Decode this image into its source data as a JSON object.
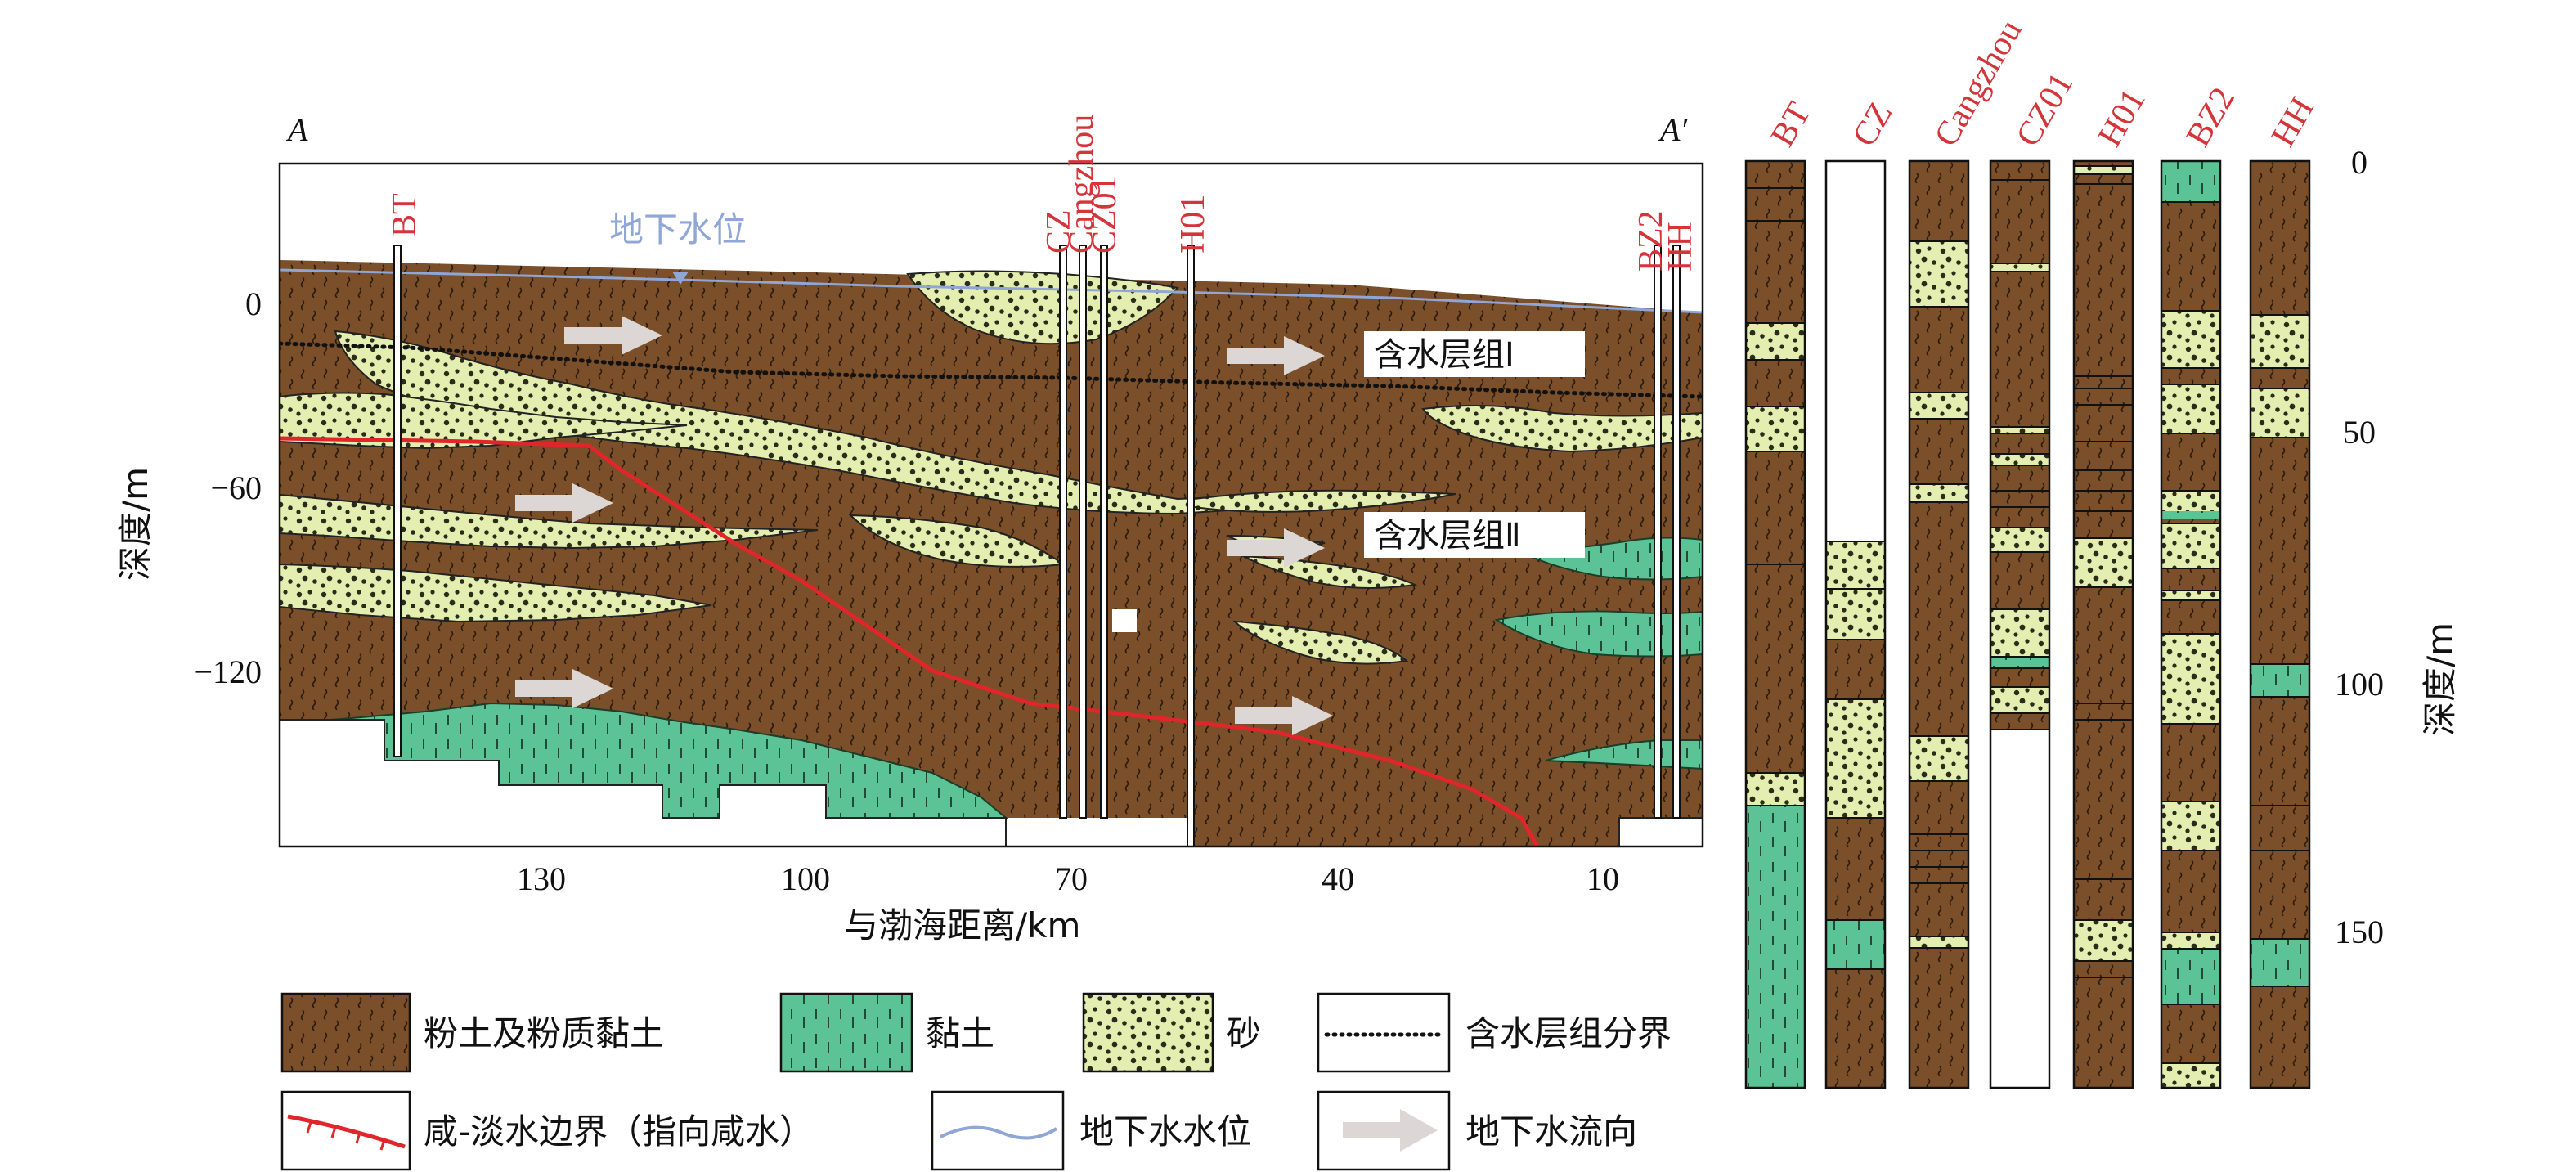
{
  "section": {
    "left_label": "A",
    "right_label": "A′",
    "water_table_label": "地下水位",
    "aquifer_group_1": "含水层组Ⅰ",
    "aquifer_group_2": "含水层组Ⅱ",
    "y_axis_label": "深度/m",
    "y_ticks": [
      "0",
      "−60",
      "−120"
    ],
    "x_axis_label": "与渤海距离/km",
    "x_ticks": [
      "130",
      "100",
      "70",
      "40",
      "10"
    ],
    "wells": [
      "BT",
      "CZ",
      "Cangzhou",
      "CZ01",
      "H01",
      "BZ2",
      "HH"
    ]
  },
  "columns": {
    "names": [
      "BT",
      "CZ",
      "Cangzhou",
      "CZ01",
      "H01",
      "BZ2",
      "HH"
    ],
    "depth_label": "深度/m",
    "depth_ticks": [
      "0",
      "50",
      "100",
      "150"
    ]
  },
  "legend": {
    "silt": "粉土及粉质黏土",
    "clay": "黏土",
    "sand": "砂",
    "aquifer_boundary": "含水层组分界",
    "salt_fresh_boundary": "咸-淡水边界（指向咸水）",
    "water_table": "地下水水位",
    "flow_direction": "地下水流向"
  },
  "colors": {
    "silt": "#7a4f29",
    "clay": "#5cc396",
    "sand": "#e4eeb0",
    "boundary_red": "#e0262a",
    "water_blue": "#8fa6d6",
    "label_red": "#d3353a"
  }
}
